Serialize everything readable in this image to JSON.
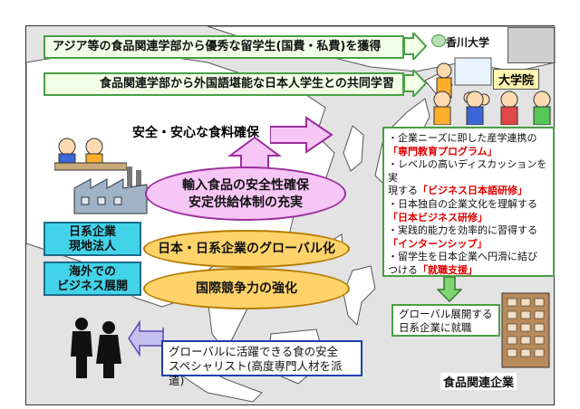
{
  "banners": {
    "top": "アジア等の食品関連学部から優秀な留学生(国費・私費)を獲得",
    "second": "食品関連学部から外国語堪能な日本人学生との共同学習"
  },
  "university": {
    "name": "香川大学",
    "graduate": "大学院"
  },
  "food_safety_label": "安全・安心な食料確保",
  "pink_ellipse": {
    "line1": "輸入食品の安全性確保",
    "line2": "安定供給体制の充実"
  },
  "orange_ellipses": {
    "globalization": "日本・日系企業のグローバル化",
    "competitiveness": "国際競争力の強化"
  },
  "cyan_boxes": {
    "box1_line1": "日系企業",
    "box1_line2": "現地法人",
    "box2_line1": "海外での",
    "box2_line2": "ビジネス展開"
  },
  "program_box": {
    "item1_text": "・企業ニーズに即した産学連携の",
    "item1_highlight": "「専門教育プログラム」",
    "item2_text_a": "・レベルの高いディスカッションを実",
    "item2_text_b": "現する",
    "item2_highlight": "「ビジネス日本語研修」",
    "item3_text": "・日本独自の企業文化を理解する",
    "item3_highlight": "「日本ビジネス研修」",
    "item4_text": "・実践的能力を効率的に習得する",
    "item4_highlight": "「インターンシップ」",
    "item5_text_a": "・留学生を日本企業へ円滑に結び",
    "item5_text_b": "つける",
    "item5_highlight": "「就職支援」"
  },
  "employment_box": {
    "line1": "グローバル展開する",
    "line2": "日系企業に就職"
  },
  "specialist_box": {
    "line1": "グローバルに活躍できる食の安全",
    "line2": "スペシャリスト(高度専門人材を派遣)"
  },
  "food_company_label": "食品関連企業",
  "colors": {
    "banner_border": "#4a9f45",
    "pink": "#f6c6f6",
    "orange": "#ffd36a",
    "cyan": "#42d3e9",
    "red_text": "#e00000",
    "blue_border": "#1a3fb0"
  }
}
